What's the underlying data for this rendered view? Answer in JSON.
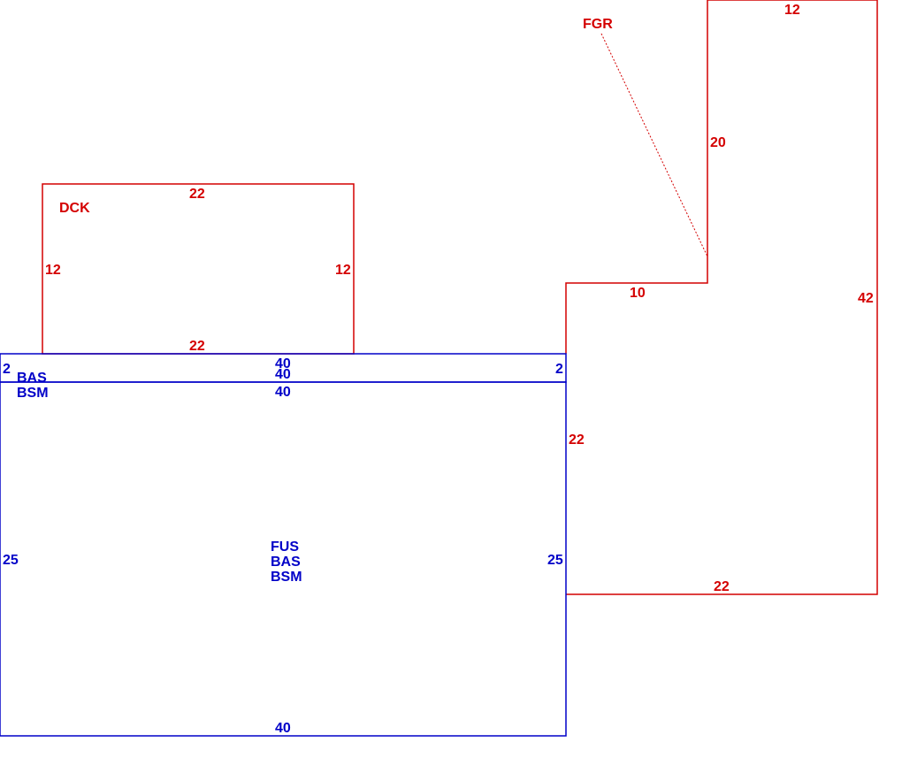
{
  "colors": {
    "accent_red": "#d40000",
    "accent_blue": "#0000c8",
    "background": "#ffffff"
  },
  "sketch": {
    "deck": {
      "label": "DCK",
      "top_dim": "22",
      "bottom_dim": "22",
      "left_dim": "12",
      "right_dim": "12"
    },
    "garage": {
      "label": "FGR",
      "top_dim": "12",
      "upper_left_dim": "20",
      "step_dim": "10",
      "lower_left_dim": "22",
      "bottom_dim": "22",
      "right_dim": "42"
    },
    "strip": {
      "label_1": "BAS",
      "label_2": "BSM",
      "top_dim": "40",
      "bottom_dim": "40",
      "left_dim": "2",
      "right_dim": "2"
    },
    "main": {
      "label_1": "FUS",
      "label_2": "BAS",
      "label_3": "BSM",
      "top_dim": "40",
      "bottom_dim": "40",
      "left_dim": "25",
      "right_dim": "25"
    }
  }
}
